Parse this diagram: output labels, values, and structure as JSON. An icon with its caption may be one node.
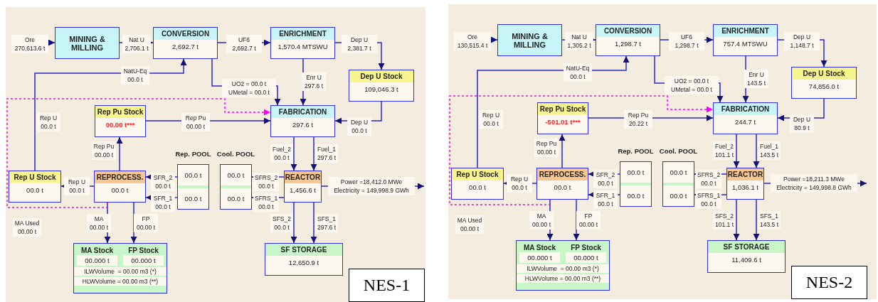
{
  "diagram": {
    "nodes": [
      {
        "text": [
          "MINING & MILLING"
        ]
      },
      {
        "text": [
          "CONVERSION",
          "2,692.7 t"
        ]
      },
      {
        "text": [
          "ENRICHMENT",
          "1,570.4 MTSWU"
        ]
      },
      {
        "text": [
          "Dep U Stock",
          "109,046.3 t"
        ]
      },
      {
        "text": [
          "Rep Pu Stock",
          "00.00 t***"
        ]
      },
      {
        "text": [
          "FABRICATION",
          "297.6 t"
        ]
      },
      {
        "text": [
          "Rep U Stock",
          "00.0 t"
        ]
      },
      {
        "text": [
          "REPROCESS.",
          "00.0 t"
        ]
      },
      {
        "text": [
          "Rep. POOL",
          "00.0 t",
          "00.0 t"
        ]
      },
      {
        "text": [
          "Cool. POOL",
          "00.0 t",
          "00.0 t"
        ]
      },
      {
        "text": [
          "REACTOR",
          "1,456.6 t"
        ]
      },
      {
        "text": [
          "MA Stock",
          "FP Stock",
          "00.000 t",
          "00.000 t",
          "ILWVolume  = 00.00 m3 (*)",
          "HLWVolume = 00.00 m3 (**)"
        ]
      },
      {
        "text": [
          "SF STORAGE",
          "12,650.9 t"
        ]
      },
      {
        "text": [
          "NES-1"
        ]
      },
      {
        "text": [
          "MINING & MILLING"
        ]
      },
      {
        "text": [
          "CONVERSION",
          "1,298.7 t"
        ]
      },
      {
        "text": [
          "ENRICHMENT",
          "757.4 MTSWU"
        ]
      },
      {
        "text": [
          "Dep U Stock",
          "74,856.0 t"
        ]
      },
      {
        "text": [
          "Rep Pu Stock",
          "-501.01 t***"
        ]
      },
      {
        "text": [
          "FABRICATION",
          "244.7 t"
        ]
      },
      {
        "text": [
          "Rep U Stock",
          "00.0 t"
        ]
      },
      {
        "text": [
          "REPROCESS.",
          "00.0 t"
        ]
      },
      {
        "text": [
          "Rep. POOL",
          "00.0 t",
          "00.0 t"
        ]
      },
      {
        "text": [
          "Cool. POOL",
          "00.0 t",
          "00.0 t"
        ]
      },
      {
        "text": [
          "REACTOR",
          "1,036.1 t"
        ]
      },
      {
        "text": [
          "MA Stock",
          "FP Stock",
          "00.000 t",
          "00.000 t",
          "ILWVolume  = 00.00 m3 (*)",
          "HLWVolume = 00.00 m3 (**)"
        ]
      },
      {
        "text": [
          "SF STORAGE",
          "11,409.6 t"
        ]
      },
      {
        "text": [
          "NES-2"
        ]
      }
    ],
    "edges": [
      {
        "from": null,
        "to": 0,
        "arrow": "to",
        "label": "Ore 270,613.6 t"
      },
      {
        "from": 0,
        "to": 1,
        "arrow": "to",
        "label": "Nat U 2,706.1 t"
      },
      {
        "from": 1,
        "to": 2,
        "arrow": "to",
        "label": "UF6 2,692.7 t"
      },
      {
        "from": 2,
        "to": 3,
        "arrow": "to",
        "label": "Dep U 2,381.7 t"
      },
      {
        "from": 1,
        "to": 5,
        "arrow": "to",
        "label": "UO2 = 00.0 t UMetal = 00.0 t"
      },
      {
        "from": 2,
        "to": 5,
        "arrow": "to",
        "label": "Enr U 297.6 t"
      },
      {
        "from": 3,
        "to": 5,
        "arrow": "to",
        "label": "Dep U 00.0 t"
      },
      {
        "from": 4,
        "to": 5,
        "arrow": "to",
        "label": "Rep Pu 00.00 t"
      },
      {
        "from": 6,
        "to": 1,
        "arrow": "to",
        "label": "Rep U 00.0 t"
      },
      {
        "from": 7,
        "to": 4,
        "arrow": "to",
        "label": "Rep Pu 00.00 t"
      },
      {
        "from": 7,
        "to": 6,
        "arrow": "to",
        "label": "Rep U 00.0 t"
      },
      {
        "from": 5,
        "to": 10,
        "arrow": "to",
        "label": "Fuel_2 00.0 t"
      },
      {
        "from": 5,
        "to": 10,
        "arrow": "to",
        "label": "Fuel_1 297.6 t"
      },
      {
        "from": 10,
        "to": 9,
        "arrow": "to",
        "label": "SFRS_2 00.0 t"
      },
      {
        "from": 10,
        "to": 9,
        "arrow": "to",
        "label": "SFRS_1 00.0 t"
      },
      {
        "from": 8,
        "to": 7,
        "arrow": "to",
        "label": "SFR_2 00.0 t"
      },
      {
        "from": 8,
        "to": 7,
        "arrow": "to",
        "label": "SFR_1 00.0 t"
      },
      {
        "from": 7,
        "to": 11,
        "arrow": "to",
        "label": "MA 00.00 t"
      },
      {
        "from": 7,
        "to": 11,
        "arrow": "to",
        "label": "FP 00.00 t"
      },
      {
        "from": 10,
        "to": 12,
        "arrow": "to",
        "label": "SFS_2 00.0 t"
      },
      {
        "from": 10,
        "to": 12,
        "arrow": "to",
        "label": "SFS_1 297.6 t"
      },
      {
        "from": 10,
        "to": null,
        "arrow": "to",
        "label": "Power =18,412.0 MWe Electricity = 149,998.9 GWh"
      },
      {
        "from": 7,
        "to": 5,
        "arrow": "to",
        "label": "MA Used 00.00 t",
        "style": "dashed",
        "color": "#ff00ff"
      },
      {
        "from": null,
        "to": 14,
        "arrow": "to",
        "label": "Ore 130,515.4 t"
      },
      {
        "from": 14,
        "to": 15,
        "arrow": "to",
        "label": "Nat U 1,305.2 t"
      },
      {
        "from": 15,
        "to": 16,
        "arrow": "to",
        "label": "UF6 1,298.7 t"
      },
      {
        "from": 16,
        "to": 17,
        "arrow": "to",
        "label": "Dep U 1,148.7 t"
      },
      {
        "from": 15,
        "to": 19,
        "arrow": "to",
        "label": "UO2 = 00.0 t UMetal = 00.0 t"
      },
      {
        "from": 16,
        "to": 19,
        "arrow": "to",
        "label": "Enr U 143.5 t"
      },
      {
        "from": 17,
        "to": 19,
        "arrow": "to",
        "label": "Dep U 80.9 t"
      },
      {
        "from": 18,
        "to": 19,
        "arrow": "to",
        "label": "Rep Pu 20.22 t"
      },
      {
        "from": 20,
        "to": 15,
        "arrow": "to",
        "label": "Rep U 00.0 t"
      },
      {
        "from": 21,
        "to": 18,
        "arrow": "to",
        "label": "Rep Pu 00.00 t"
      },
      {
        "from": 21,
        "to": 20,
        "arrow": "to",
        "label": "Rep U 00.0 t"
      },
      {
        "from": 19,
        "to": 24,
        "arrow": "to",
        "label": "Fuel_2 101.1 t"
      },
      {
        "from": 19,
        "to": 24,
        "arrow": "to",
        "label": "Fuel_1 143.5 t"
      },
      {
        "from": 24,
        "to": 23,
        "arrow": "to",
        "label": "SFRS_2 00.0 t"
      },
      {
        "from": 24,
        "to": 23,
        "arrow": "to",
        "label": "SFRS_1 00.0 t"
      },
      {
        "from": 22,
        "to": 21,
        "arrow": "to",
        "label": "SFR_2 00.0 t"
      },
      {
        "from": 22,
        "to": 21,
        "arrow": "to",
        "label": "SFR_1 00.0 t"
      },
      {
        "from": 21,
        "to": 25,
        "arrow": "to",
        "label": "MA 00.00 t"
      },
      {
        "from": 21,
        "to": 25,
        "arrow": "to",
        "label": "FP 00.00 t"
      },
      {
        "from": 24,
        "to": 26,
        "arrow": "to",
        "label": "SFS_2 101.1 t"
      },
      {
        "from": 24,
        "to": 26,
        "arrow": "to",
        "label": "SFS_1 143.5 t"
      },
      {
        "from": 24,
        "to": null,
        "arrow": "to",
        "label": "Power =18,211.3 MWe Electricity = 149,998.8 GWh"
      },
      {
        "from": 21,
        "to": 19,
        "arrow": "to",
        "label": "MA Used 00.00 t",
        "style": "dashed",
        "color": "#ff00ff"
      }
    ],
    "labels": [
      "NatU-Eq 00.0 t",
      "NatU-Eq 00.0 t"
    ]
  }
}
